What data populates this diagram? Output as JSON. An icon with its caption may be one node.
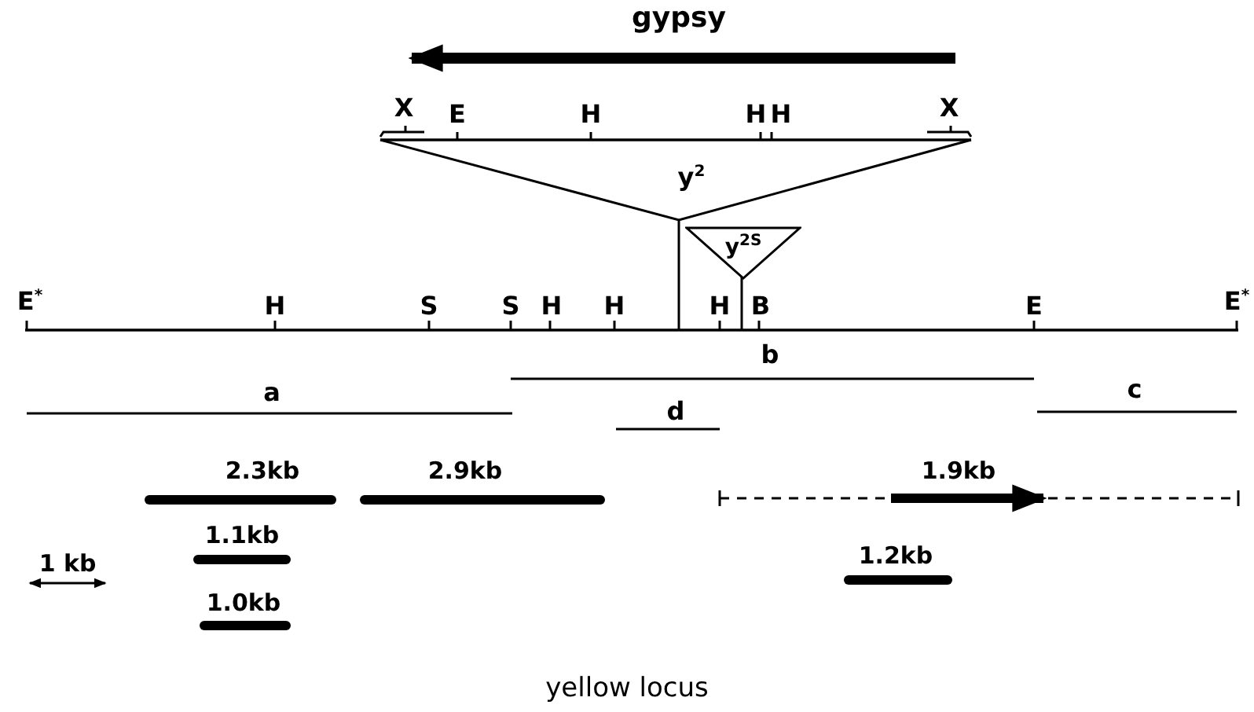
{
  "diagram": {
    "caption": "yellow locus",
    "nodes": [
      {
        "text": [
          "y$^{2S}$"
        ]
      }
    ],
    "labels": [
      "gypsy",
      "X",
      "E",
      "H",
      "H",
      "H",
      "X",
      "y$^{2}$",
      "E$^{*}$",
      "H",
      "S",
      "S",
      "H",
      "H",
      "H",
      "B",
      "E",
      "E$^{*}$",
      "b",
      "a",
      "c",
      "d",
      "2.3kb",
      "2.9kb",
      "1.9kb",
      "1.1kb",
      "1.2kb",
      "1 kb",
      "1.0kb"
    ]
  }
}
